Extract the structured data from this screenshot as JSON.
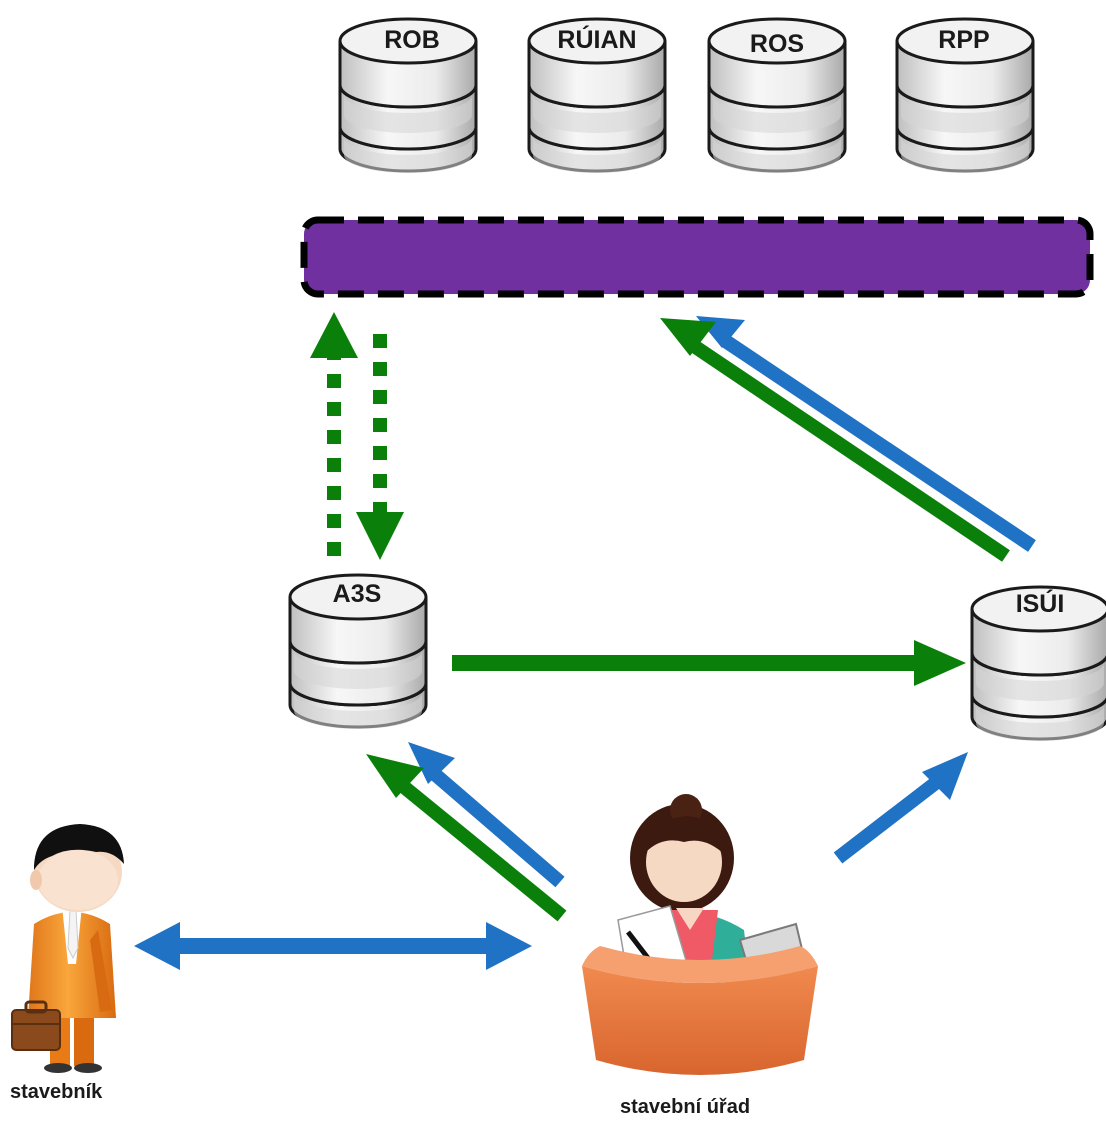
{
  "databases": {
    "rob": "ROB",
    "ruian": "RÚIAN",
    "ros": "ROS",
    "rpp": "RPP",
    "a3s": "A3S",
    "isui": "ISÚI"
  },
  "actors": {
    "builder": "stavebník",
    "office": "stavební úřad"
  },
  "colors": {
    "bus_fill": "#7030a0",
    "green_arrow": "#0a800a",
    "blue_arrow": "#1f72c4",
    "db_fill": "#f2f2f2",
    "db_stroke": "#1a1a1a"
  }
}
